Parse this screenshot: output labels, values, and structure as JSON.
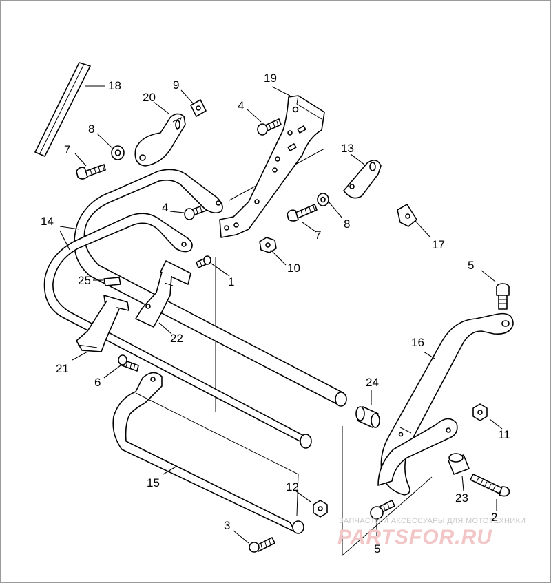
{
  "callouts": [
    "1",
    "2",
    "3",
    "4",
    "5",
    "6",
    "7",
    "8",
    "9",
    "10",
    "11",
    "12",
    "13",
    "14",
    "15",
    "16",
    "17",
    "18",
    "19",
    "20",
    "21",
    "22",
    "23",
    "24",
    "25"
  ],
  "watermark": {
    "caption": "ЗАПЧАСТИ И АКСЕССУАРЫ ДЛЯ МОТОТЕХНИКИ",
    "logo": "PARTSFOR.RU"
  },
  "colors": {
    "line": "#000000",
    "background": "#ffffff",
    "watermark": "#f2c6c6"
  }
}
